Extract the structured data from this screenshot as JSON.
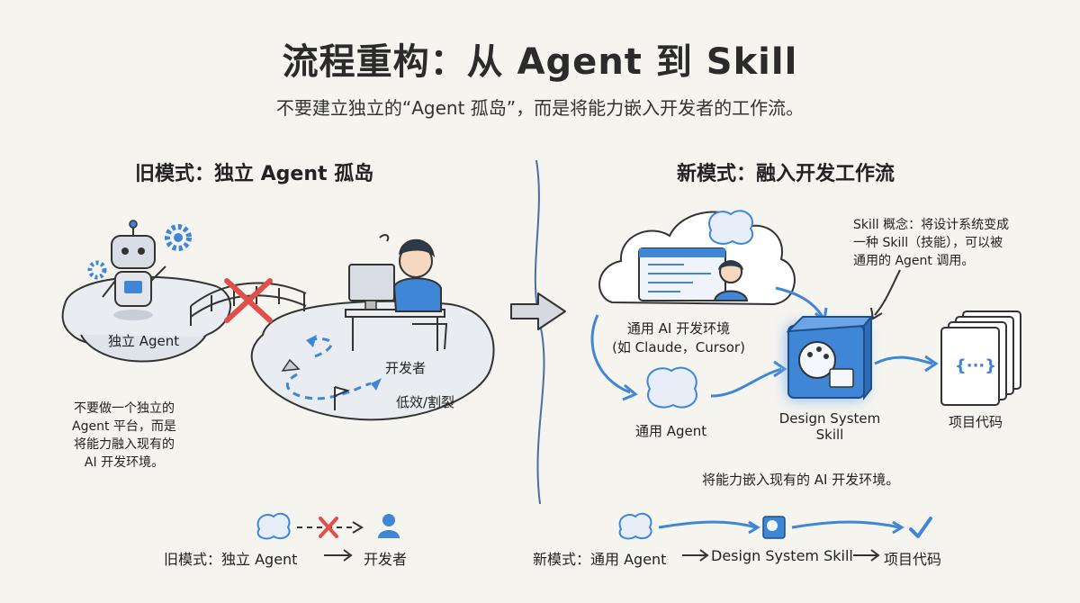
{
  "header": {
    "title": "流程重构：从 Agent 到 Skill",
    "subtitle": "不要建立独立的“Agent 孤岛”，而是将能力嵌入开发者的工作流。"
  },
  "left": {
    "title": "旧模式：独立 Agent 孤岛",
    "island_label": "独立 Agent",
    "developer_label": "开发者",
    "inefficiency_label": "低效/割裂",
    "note_lines": [
      "不要做一个独立的",
      "Agent 平台，而是",
      "将能力融入现有的",
      "AI 开发环境。"
    ],
    "flow": {
      "text_a": "旧模式：独立 Agent",
      "text_b": "开发者"
    }
  },
  "right": {
    "title": "新模式：融入开发工作流",
    "cloud_label_1": "通用 AI 开发环境",
    "cloud_label_2": "(如 Claude，Cursor)",
    "agent_label": "通用 Agent",
    "skill_label_1": "Design System",
    "skill_label_2": "Skill",
    "code_label": "项目代码",
    "code_glyph": "{···}",
    "concept_lines": [
      "Skill 概念：将设计系统变成",
      "一种 Skill（技能），可以被",
      "通用的 Agent 调用。"
    ],
    "caption": "将能力嵌入现有的 AI 开发环境。",
    "flow": {
      "text_a": "新模式：通用 Agent",
      "text_b": "Design System Skill",
      "text_c": "项目代码"
    }
  },
  "colors": {
    "accent": "#3f86d6",
    "cross": "#e0504a",
    "outline": "#333333"
  },
  "icons": [
    "robot-icon",
    "gear-icon",
    "bridge-icon",
    "cross-icon",
    "developer-icon",
    "computer-icon",
    "cloud-icon",
    "brain-icon",
    "code-window-icon",
    "user-icon",
    "palette-cube-icon",
    "document-stack-icon",
    "checkmark-icon",
    "arrow-icon"
  ]
}
